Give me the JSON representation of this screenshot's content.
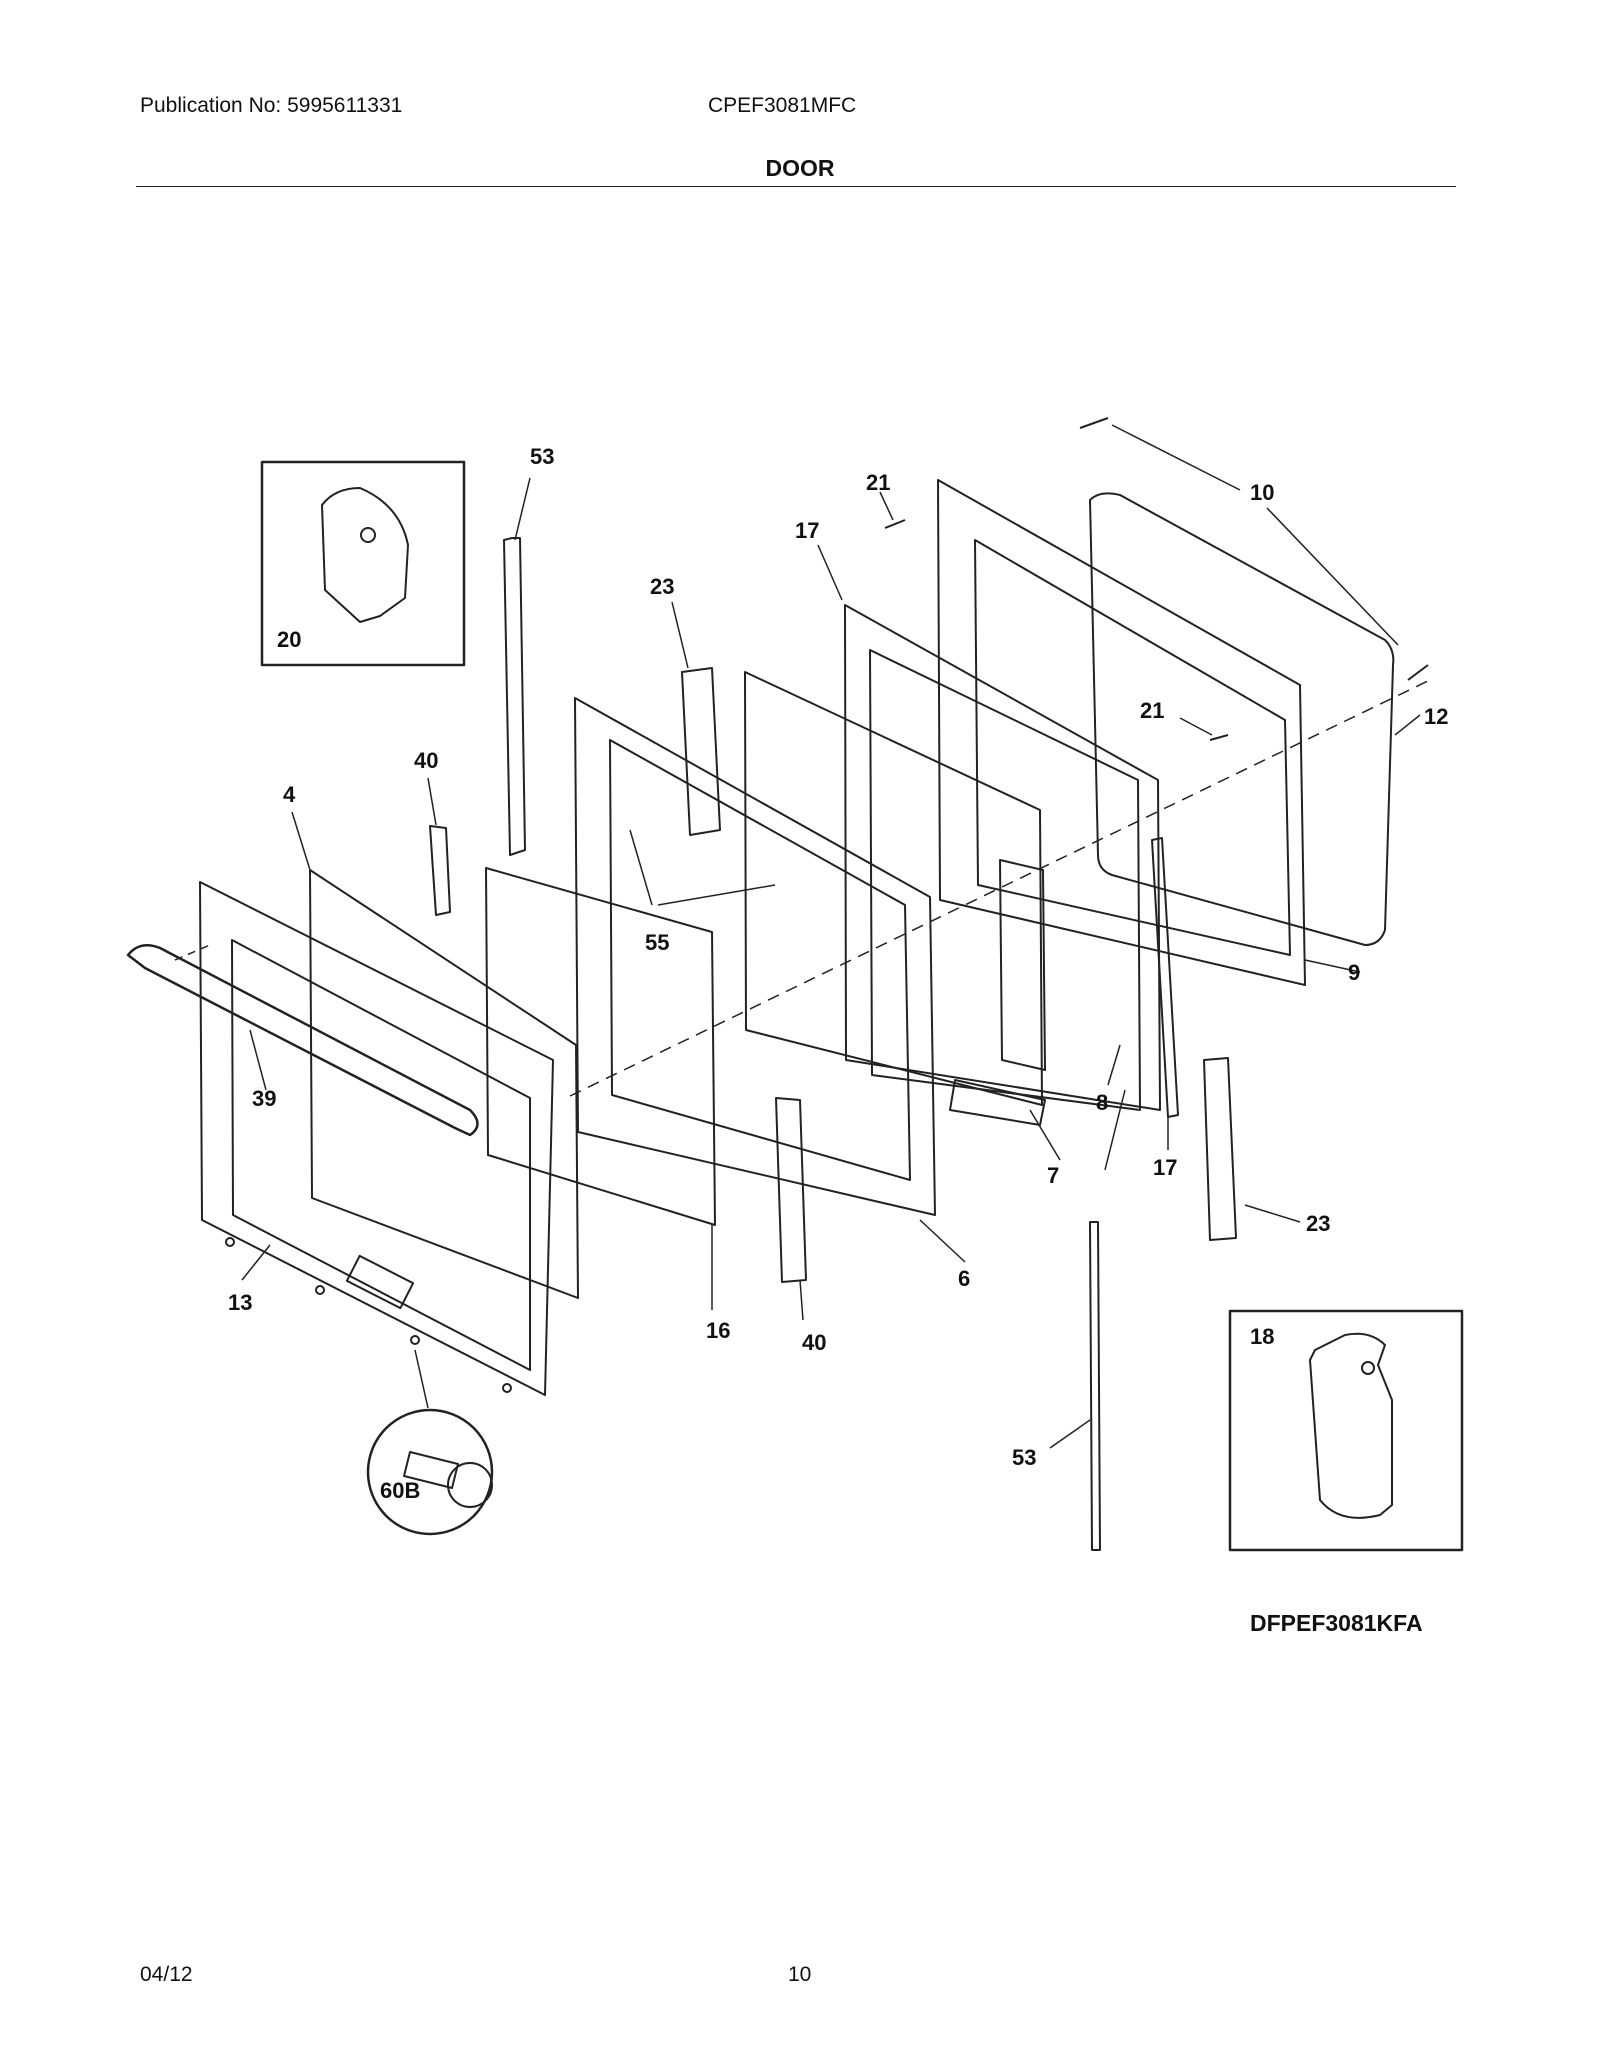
{
  "header": {
    "publication": "Publication No: 5995611331",
    "model": "CPEF3081MFC",
    "section": "DOOR"
  },
  "diagram": {
    "code": "DFPEF3081KFA",
    "callouts": {
      "c53a": "53",
      "c20": "20",
      "c21a": "21",
      "c17a": "17",
      "c10": "10",
      "c23a": "23",
      "c40a": "40",
      "c4": "4",
      "c12": "12",
      "c21b": "21",
      "c55": "55",
      "c9": "9",
      "c39": "39",
      "c8": "8",
      "c7": "7",
      "c17b": "17",
      "c23b": "23",
      "c6": "6",
      "c13": "13",
      "c16": "16",
      "c40b": "40",
      "c18": "18",
      "c53b": "53",
      "c60b": "60B"
    }
  },
  "footer": {
    "date": "04/12",
    "page": "10"
  }
}
